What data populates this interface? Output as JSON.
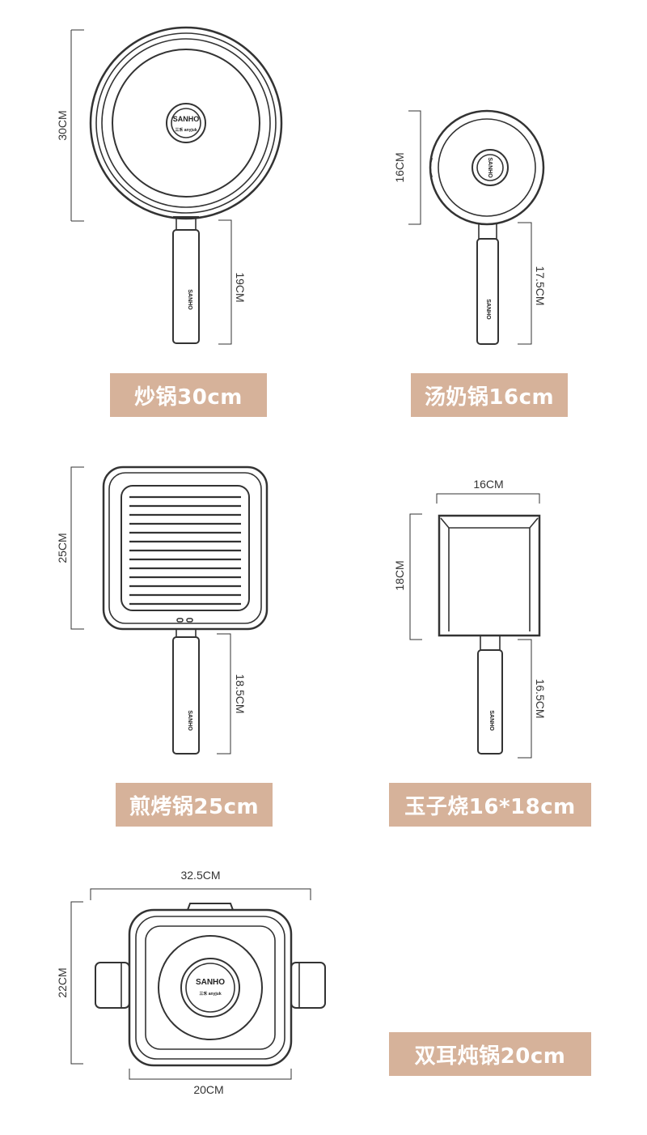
{
  "brand": {
    "logo": "SANHO",
    "sub": "三禾 anyjuk"
  },
  "products": [
    {
      "name": "炒锅30cm",
      "dims": [
        "30CM",
        "19CM"
      ]
    },
    {
      "name": "汤奶锅16cm",
      "dims": [
        "16CM",
        "17.5CM"
      ]
    },
    {
      "name": "煎烤锅25cm",
      "dims": [
        "25CM",
        "18.5CM"
      ]
    },
    {
      "name": "玉子烧16*18cm",
      "dims": [
        "16CM",
        "18CM",
        "16.5CM"
      ]
    },
    {
      "name": "双耳炖锅20cm",
      "dims": [
        "32.5CM",
        "22CM",
        "20CM"
      ]
    }
  ],
  "colors": {
    "label_bg": "#d6b29a",
    "label_text": "#ffffff",
    "line": "#333333"
  }
}
